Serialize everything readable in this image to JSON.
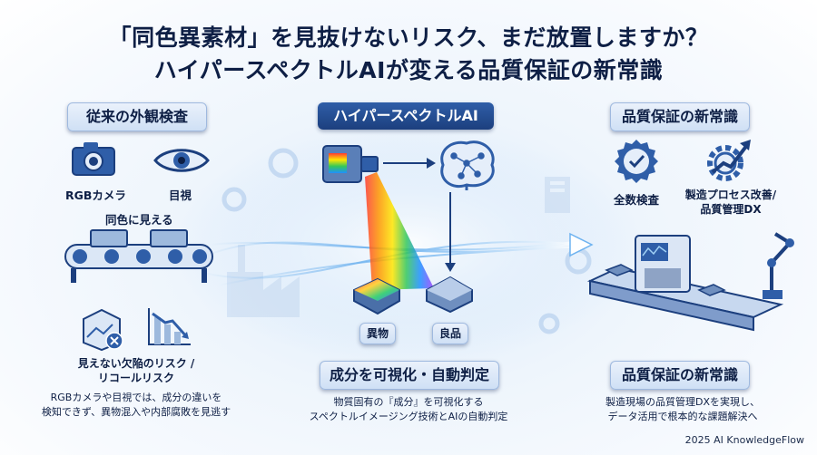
{
  "title": {
    "line1": "「同色異素材」を見抜けないリスク、まだ放置しますか？",
    "line2": "ハイパースペクトルAIが変える品質保証の新常識"
  },
  "left": {
    "heading": "従来の外観検査",
    "rgb_camera": "RGBカメラ",
    "eye": "目視",
    "same_color": "同色に見える",
    "risk_line1": "見えない欠陥のリスク /",
    "risk_line2": "リコールリスク",
    "desc_line1": "RGBカメラや目視では、成分の違いを",
    "desc_line2": "検知できず、異物混入や内部腐敗を見逃す"
  },
  "center": {
    "heading": "ハイパースペクトルAI",
    "foreign": "異物",
    "good": "良品",
    "subheading": "成分を可視化・自動判定",
    "desc_line1": "物質固有の『成分』を可視化する",
    "desc_line2": "スペクトルイメージング技術とAIの自動判定"
  },
  "right": {
    "heading": "品質保証の新常識",
    "full_inspection": "全数検査",
    "process_line1": "製造プロセス改善/",
    "process_line2": "品質管理DX",
    "subheading": "品質保証の新常識",
    "desc_line1": "製造現場の品質管理DXを実現し、",
    "desc_line2": "データ活用で根本的な課題解決へ"
  },
  "footer": "2025 AI KnowledgeFlow",
  "colors": {
    "navy": "#1c3f7e",
    "text": "#0e1f45",
    "accent": "#2f5ea8",
    "glow": "#9fd0f5"
  }
}
